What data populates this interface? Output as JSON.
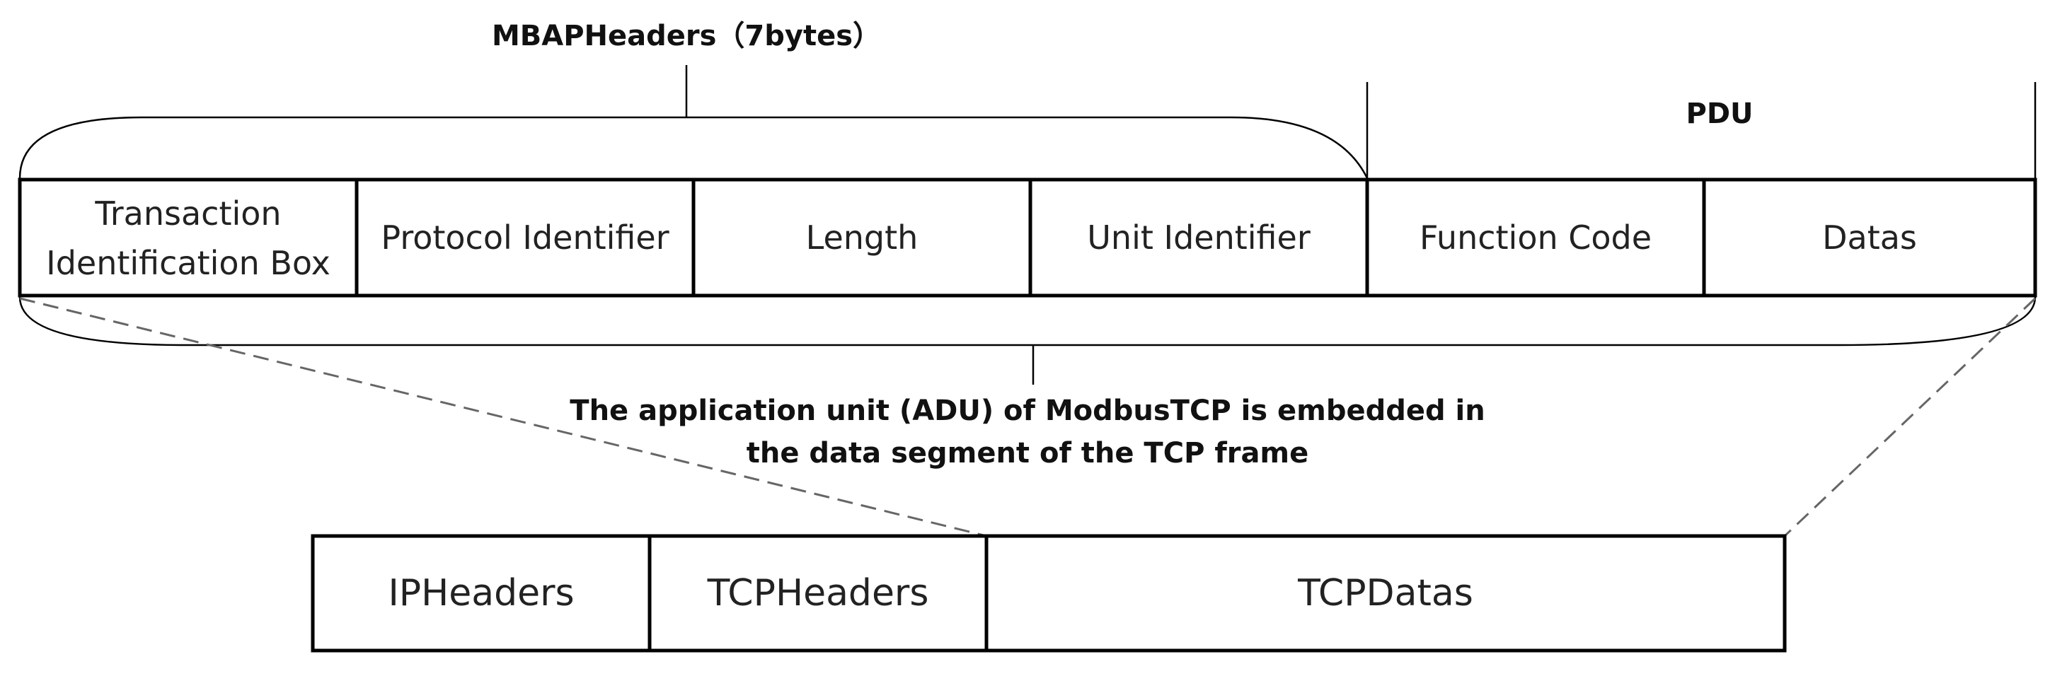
{
  "mbap_label": "MBAPHeaders（7bytes）",
  "pdu_label": "PDU",
  "adu_cells": [
    {
      "line1": "Transaction",
      "line2": "Identification Box"
    },
    {
      "label": "Protocol Identifier"
    },
    {
      "label": "Length"
    },
    {
      "label": "Unit Identifier"
    },
    {
      "label": "Function Code"
    },
    {
      "label": "Datas"
    }
  ],
  "caption": {
    "line1": "The application unit (ADU) of ModbusTCP is embedded in",
    "line2": "the data segment of the TCP frame"
  },
  "tcp_cells": [
    {
      "label": "IPHeaders"
    },
    {
      "label": "TCPHeaders"
    },
    {
      "label": "TCPDatas"
    }
  ]
}
